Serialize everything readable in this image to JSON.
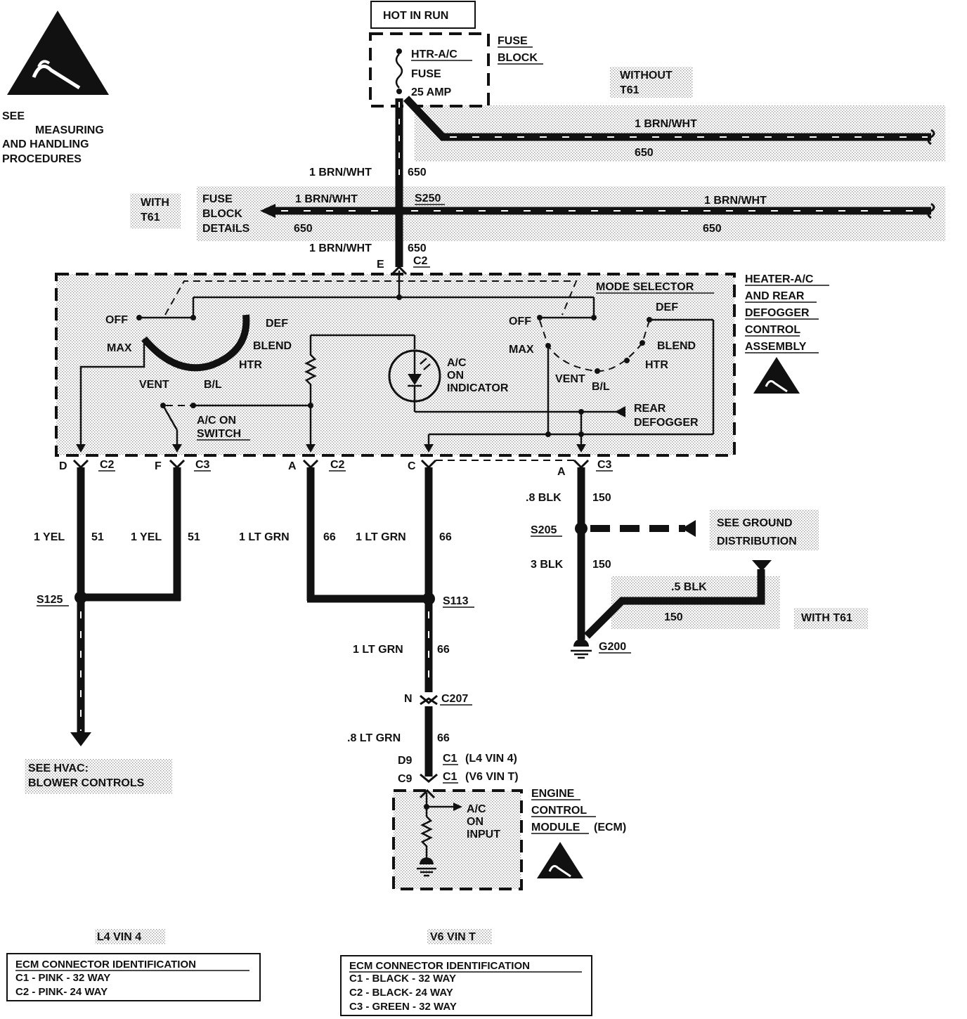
{
  "top": {
    "hot_in_run": "HOT IN RUN",
    "fuse_name": "HTR-A/C",
    "fuse_label": "FUSE",
    "fuse_rating": "25 AMP",
    "fuse_block": [
      "FUSE",
      "BLOCK"
    ],
    "without_t61": [
      "WITHOUT",
      "T61"
    ],
    "with_t61": [
      "WITH",
      "T61"
    ],
    "fuse_block_details": [
      "FUSE",
      "BLOCK",
      "DETAILS"
    ]
  },
  "esd_note": [
    "SEE",
    "MEASURING",
    "AND HANDLING",
    "PROCEDURES"
  ],
  "wires": {
    "brn_wht": "1 BRN/WHT",
    "circuit_650": "650",
    "splice_s250": "S250",
    "yel": "1 YEL",
    "circuit_51": "51",
    "lt_grn": "1 LT GRN",
    "circuit_66": "66",
    "lt_grn_08": ".8 LT GRN",
    "blk_08": ".8 BLK",
    "blk_3": "3 BLK",
    "blk_05": ".5 BLK",
    "circuit_150": "150"
  },
  "connectors": {
    "E": "E",
    "C2": "C2",
    "C3": "C3",
    "D": "D",
    "F": "F",
    "A": "A",
    "C": "C",
    "N": "N",
    "C207": "C207",
    "D9": "D9",
    "C9": "C9",
    "C1": "C1",
    "l4_note": "(L4 VIN 4)",
    "v6_note": "(V6 VIN T)"
  },
  "splices": {
    "S125": "S125",
    "S113": "S113",
    "S205": "S205",
    "G200": "G200"
  },
  "control_assembly": {
    "title": [
      "HEATER-A/C",
      "AND REAR",
      "DEFOGGER",
      "CONTROL",
      "ASSEMBLY"
    ],
    "mode_selector": "MODE SELECTOR",
    "off": "OFF",
    "max": "MAX",
    "def": "DEF",
    "blend": "BLEND",
    "htr": "HTR",
    "vent": "VENT",
    "bl": "B/L",
    "ac_on_switch": [
      "A/C ON",
      "SWITCH"
    ],
    "ac_on_indicator": [
      "A/C",
      "ON",
      "INDICATOR"
    ],
    "rear_defogger": [
      "REAR",
      "DEFOGGER"
    ]
  },
  "ground": {
    "see_ground": [
      "SEE GROUND",
      "DISTRIBUTION"
    ],
    "with_t61": "WITH T61"
  },
  "hvac_ref": [
    "SEE HVAC:",
    "BLOWER CONTROLS"
  ],
  "ecm": {
    "name": [
      "ENGINE",
      "CONTROL",
      "MODULE"
    ],
    "abbr": "(ECM)",
    "input": [
      "A/C",
      "ON",
      "INPUT"
    ]
  },
  "tables": {
    "l4": {
      "heading": "L4 VIN  4",
      "title": "ECM CONNECTOR IDENTIFICATION",
      "rows": [
        "C1 - PINK - 32 WAY",
        "C2 - PINK- 24 WAY"
      ]
    },
    "v6": {
      "heading": "V6 VIN T",
      "title": "ECM CONNECTOR IDENTIFICATION",
      "rows": [
        "C1 - BLACK - 32 WAY",
        "C2 - BLACK- 24 WAY",
        "C3 - GREEN - 32 WAY"
      ]
    }
  }
}
